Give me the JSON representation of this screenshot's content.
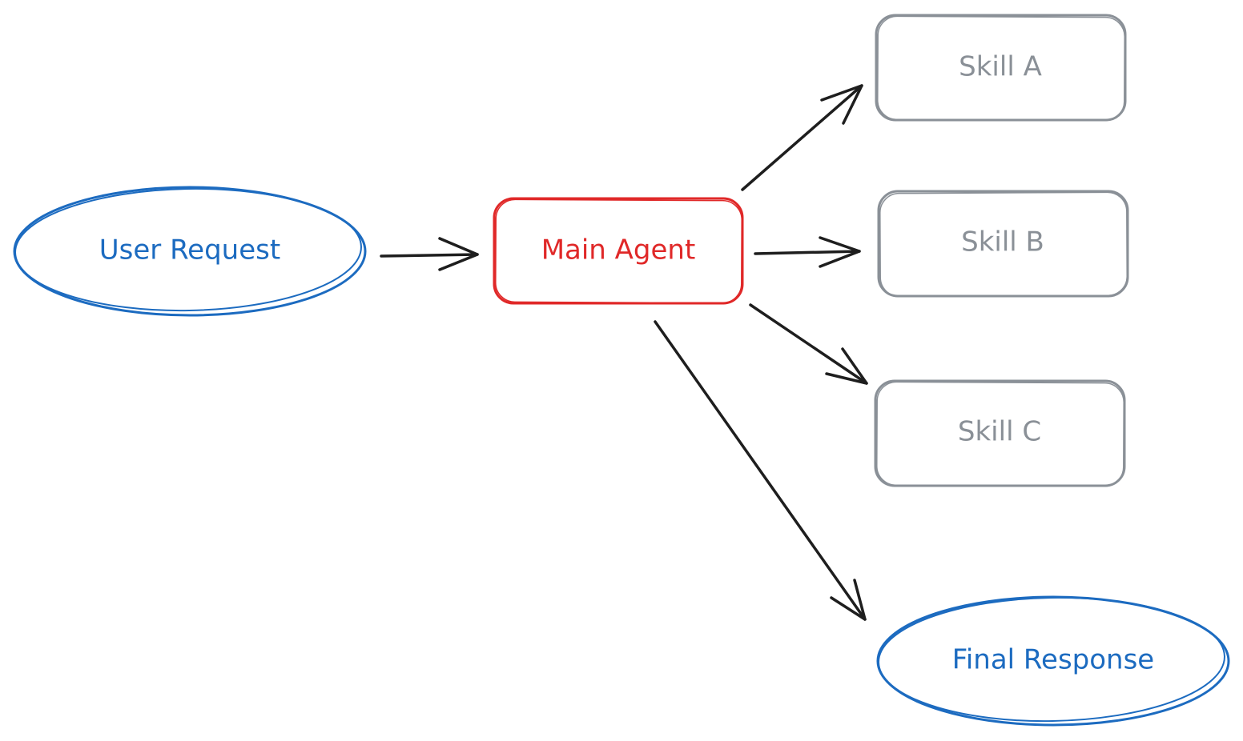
{
  "colors": {
    "blue": "#1c6bc0",
    "red": "#e02828",
    "gray": "#8a9097",
    "arrow": "#1e1e1e"
  },
  "nodes": {
    "user_request": {
      "label": "User Request"
    },
    "main_agent": {
      "label": "Main Agent"
    },
    "skill_a": {
      "label": "Skill A"
    },
    "skill_b": {
      "label": "Skill B"
    },
    "skill_c": {
      "label": "Skill C"
    },
    "final_response": {
      "label": "Final Response"
    }
  },
  "edges": [
    {
      "from": "User Request",
      "to": "Main Agent"
    },
    {
      "from": "Main Agent",
      "to": "Skill A"
    },
    {
      "from": "Main Agent",
      "to": "Skill B"
    },
    {
      "from": "Main Agent",
      "to": "Skill C"
    },
    {
      "from": "Main Agent",
      "to": "Final Response"
    }
  ]
}
